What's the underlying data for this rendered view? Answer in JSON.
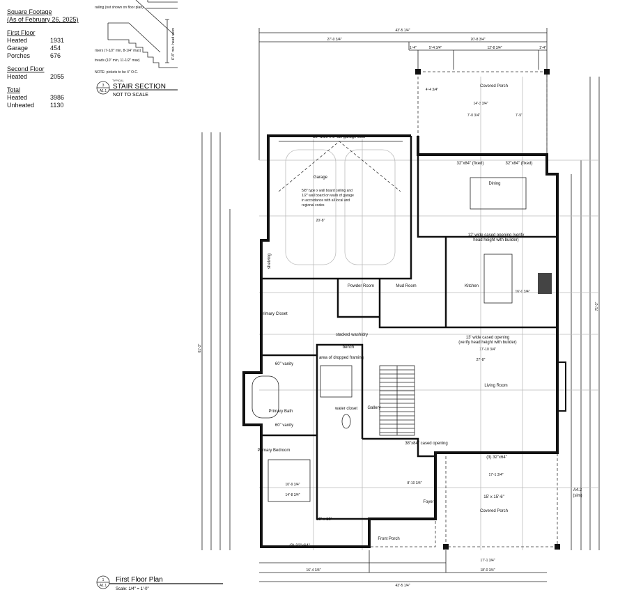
{
  "square_footage": {
    "title": "Square Footage",
    "as_of": "(As of February 26, 2025)",
    "first_floor": {
      "heading": "First Floor",
      "rows": [
        [
          "Heated",
          "1931"
        ],
        [
          "Garage",
          "454"
        ],
        [
          "Porches",
          "676"
        ]
      ]
    },
    "second_floor": {
      "heading": "Second Floor",
      "rows": [
        [
          "Heated",
          "2055"
        ]
      ]
    },
    "total": {
      "heading": "Total",
      "rows": [
        [
          "Heated",
          "3986"
        ],
        [
          "Unheated",
          "1130"
        ]
      ]
    }
  },
  "stair_section": {
    "railing_note": "railing (not shown on floor plan)",
    "riser_note": "risers (7-1/2\" min, 8-1/4\" max)",
    "tread_note": "treads (10\" min, 11-1/2\" max)",
    "picket_note": "NOTE: pickets to be 4\" O.C.",
    "headroom": "6'-8\" min. head room",
    "typical": "TYPICAL",
    "title": "STAIR SECTION",
    "scale": "NOT TO SCALE",
    "detail_number": "3",
    "sheet": "A1.1"
  },
  "plan_title": {
    "title": "First Floor Plan",
    "scale": "Scale: 1/4\" = 1'-0\"",
    "detail_number": "1",
    "sheet": "A1.1"
  },
  "rooms": {
    "garage": "Garage",
    "dining": "Dining",
    "kitchen": "Kitchen",
    "living": "Living Room",
    "primary_closet": "Primary Closet",
    "primary_bath": "Primary Bath",
    "primary_bedroom": "Primary Bedroom",
    "mud_room": "Mud Room",
    "powder_room": "Powder Room",
    "water_closet": "water closet",
    "gallery": "Gallery",
    "foyer": "Foyer",
    "front_porch": "Front Porch",
    "covered_porch_rear": "Covered Porch",
    "covered_porch_side": "Covered Porch",
    "shelving": "shelving",
    "stacked_washdry": "stacked wash/dry",
    "bench": "bench"
  },
  "notes": {
    "garage_door": "18' wide x 8' tall garage door",
    "garage_fire_1": "5/8\" type x wall board ceiling and",
    "garage_fire_2": "1/2\" wall board on walls of garage",
    "garage_fire_3": "in accordance with all local and",
    "garage_fire_4": "regional codes",
    "kitchen_opening_1": "12' wide cased opening (verify",
    "kitchen_opening_2": "head height with builder)",
    "living_opening_1": "13' wide cased opening",
    "living_opening_2": "(verify head height with builder)",
    "dropped_framing": "area of dropped framing",
    "bedroom_size": "13' x 16'",
    "porch_size": "15' x 15'-6\"",
    "fixed_left": "32\"x84\" (fixed)",
    "fixed_right": "32\"x84\" (fixed)",
    "vanity_1": "60\" vanity",
    "vanity_2": "60\" vanity",
    "cased_opening": "38\"x84\" cased opening",
    "window_bottom": "(3) 32\"x64\"",
    "window_porch": "(3) 32\"x64\"",
    "refer_ref": "A4.2",
    "sim": "(sim)"
  },
  "dimensions": {
    "top_overall": "43'-5 1/4\"",
    "top_left": "27'-0 3/4\"",
    "top_right": "20'-8 3/4\"",
    "top_a": "1'-4\"",
    "top_b": "5'-4 3/4\"",
    "top_c": "12'-8 3/4\"",
    "top_d": "1'-4\"",
    "bottom_overall": "43'-5 1/4\"",
    "bottom_left": "16'-4 3/4\"",
    "bottom_mid": "17'-1 3/4\"",
    "bottom_right": "18'-0 3/4\"",
    "left_overall": "61'-3\"",
    "right_overall": "71'-3\"",
    "porch_width": "14'-3 3/4\"",
    "porch_depth": "4'-4 3/4\"",
    "dining_a": "7'-0 3/4\"",
    "dining_b": "7'-5\"",
    "living_width": "27'-8\"",
    "living_opening": "17'-10 3/4\"",
    "garage_depth": "20'-8\"",
    "kitchen_dim": "16'-0 3/4\"",
    "bed_a": "14'-8 3/4\"",
    "bed_b": "10'-9 3/4\"",
    "porch_bottom": "17'-1 3/4\"",
    "foyer_dim": "8'-10 3/4\""
  }
}
